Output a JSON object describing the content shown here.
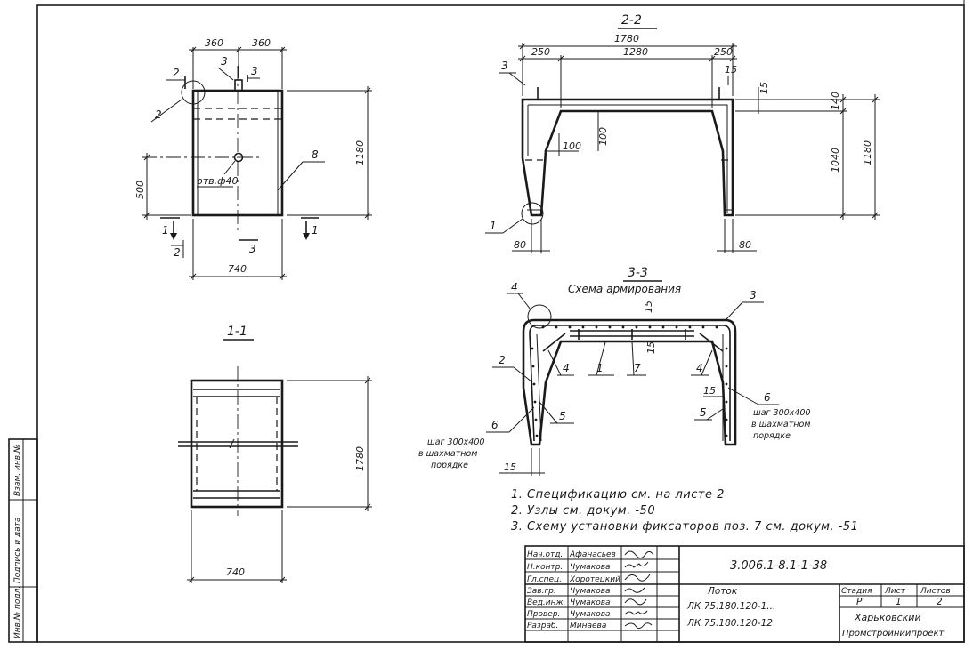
{
  "views": {
    "front": {
      "dims": {
        "top_left": "360",
        "top_right": "360",
        "bottom": "740",
        "height_right": "1180",
        "height_left": "500"
      },
      "hole_label": "отв.ф40",
      "markers": {
        "m2_top": "2",
        "m3_top_left": "3",
        "m3_top_right": "3",
        "m2_circle": "2",
        "m1_left": "1",
        "m2_bottom": "2",
        "m3_bottom": "3",
        "m1_right": "1",
        "pos8": "8"
      }
    },
    "section_1_1": {
      "title": "1-1",
      "dim_height": "1780",
      "dim_width": "740"
    },
    "section_2_2": {
      "title": "2-2",
      "dims": {
        "total": "1780",
        "left": "250",
        "mid": "1280",
        "right": "250",
        "d15a": "15",
        "d15b": "15",
        "d140": "140",
        "d1040": "1040",
        "d1180": "1180",
        "d100a": "100",
        "d100b": "100",
        "d80l": "80",
        "d80r": "80"
      },
      "markers": {
        "pos3": "3",
        "pos1": "1"
      }
    },
    "section_3_3": {
      "title": "3-3",
      "subtitle": "Схема армирования",
      "markers": {
        "p4a": "4",
        "p3": "3",
        "p2": "2",
        "p4b": "4",
        "p1": "1",
        "p7": "7",
        "p4c": "4",
        "p6a": "6",
        "p5a": "5",
        "p6b": "6",
        "p5b": "5",
        "d15a": "15",
        "d15b": "15",
        "d15c": "15",
        "d15d": "15"
      },
      "step_note_left": [
        "шаг 300х400",
        "в шахматном",
        "порядке"
      ],
      "step_note_right": [
        "шаг 300х400",
        "в шахматном",
        "порядке"
      ]
    }
  },
  "notes": [
    "1. Спецификацию см. на листе 2",
    "2. Узлы см. докум. -50",
    "3. Схему установки фиксаторов поз. 7 см. докум. -51"
  ],
  "side_stamp": [
    "Инв.№ подл.",
    "Подпись и дата",
    "Взам. инв.№"
  ],
  "title_block": {
    "roles": [
      "Нач.отд.",
      "Н.контр.",
      "Гл.спец.",
      "Зав.гр.",
      "Вед.инж.",
      "Провер.",
      "Разраб."
    ],
    "names": [
      "Афанасьев",
      "Чумакова",
      "Хоротецкий",
      "Чумакова",
      "Чумакова",
      "Чумакова",
      "Минаева"
    ],
    "doc_code": "3.006.1-8.1-1-38",
    "product": [
      "Лоток",
      "ЛК 75.180.120-1...",
      "ЛК 75.180.120-12"
    ],
    "stage_header": "Стадия",
    "sheet_header": "Лист",
    "sheets_header": "Листов",
    "stage": "Р",
    "sheet": "1",
    "sheets": "2",
    "org": [
      "Харьковский",
      "Промстройниипроект"
    ]
  }
}
